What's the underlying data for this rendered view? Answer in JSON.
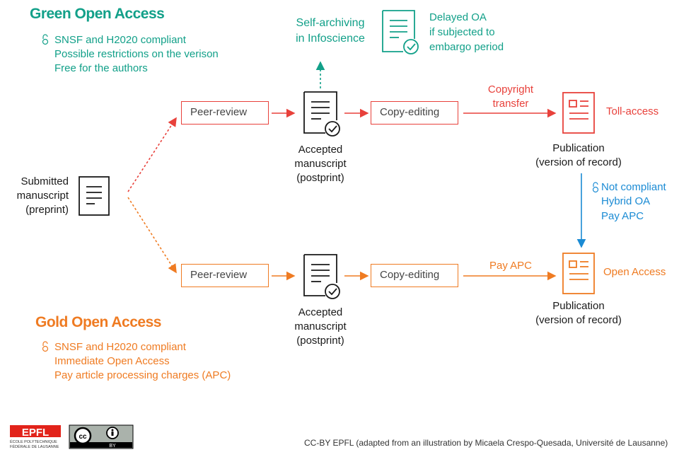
{
  "colors": {
    "green": "#12a089",
    "red": "#e8413b",
    "orange": "#ef7b22",
    "blue": "#1b8bd4"
  },
  "green_oa": {
    "title": "Green Open Access",
    "icon": "open-lock-icon",
    "bullets": [
      "SNSF and H2020 compliant",
      "Possible restrictions on the verison",
      "Free for the authors"
    ]
  },
  "gold_oa": {
    "title": "Gold Open Access",
    "icon": "open-lock-icon",
    "bullets": [
      "SNSF and H2020 compliant",
      "Immediate Open Access",
      "Pay article processing charges (APC)"
    ]
  },
  "submitted": {
    "lines": [
      "Submitted",
      "manuscript",
      "(preprint)"
    ]
  },
  "self_archiving": {
    "lines": [
      "Self-archiving",
      "in Infoscience"
    ]
  },
  "delayed": {
    "lines": [
      "Delayed OA",
      "if subjected to",
      "embargo period"
    ]
  },
  "top_path": {
    "peer_review": "Peer-review",
    "accepted": [
      "Accepted",
      "manuscript",
      "(postprint)"
    ],
    "copy_editing": "Copy-editing",
    "transfer": [
      "Copyright",
      "transfer"
    ],
    "outcome": "Toll-access",
    "publication": [
      "Publication",
      "(version of record)"
    ]
  },
  "hybrid": {
    "lines": [
      "Not compliant",
      "Hybrid OA",
      "Pay APC"
    ]
  },
  "bottom_path": {
    "peer_review": "Peer-review",
    "accepted": [
      "Accepted",
      "manuscript",
      "(postprint)"
    ],
    "copy_editing": "Copy-editing",
    "transfer": "Pay APC",
    "outcome": "Open Access",
    "publication": [
      "Publication",
      "(version of record)"
    ]
  },
  "logos": {
    "epfl": "EPFL",
    "epfl_sub": [
      "ÉCOLE POLYTECHNIQUE",
      "FÉDÉRALE DE LAUSANNE"
    ],
    "cc": "cc",
    "by": "BY"
  },
  "footer": "CC-BY EPFL (adapted from an illustration by Micaela Crespo-Quesada, Université de Lausanne)"
}
